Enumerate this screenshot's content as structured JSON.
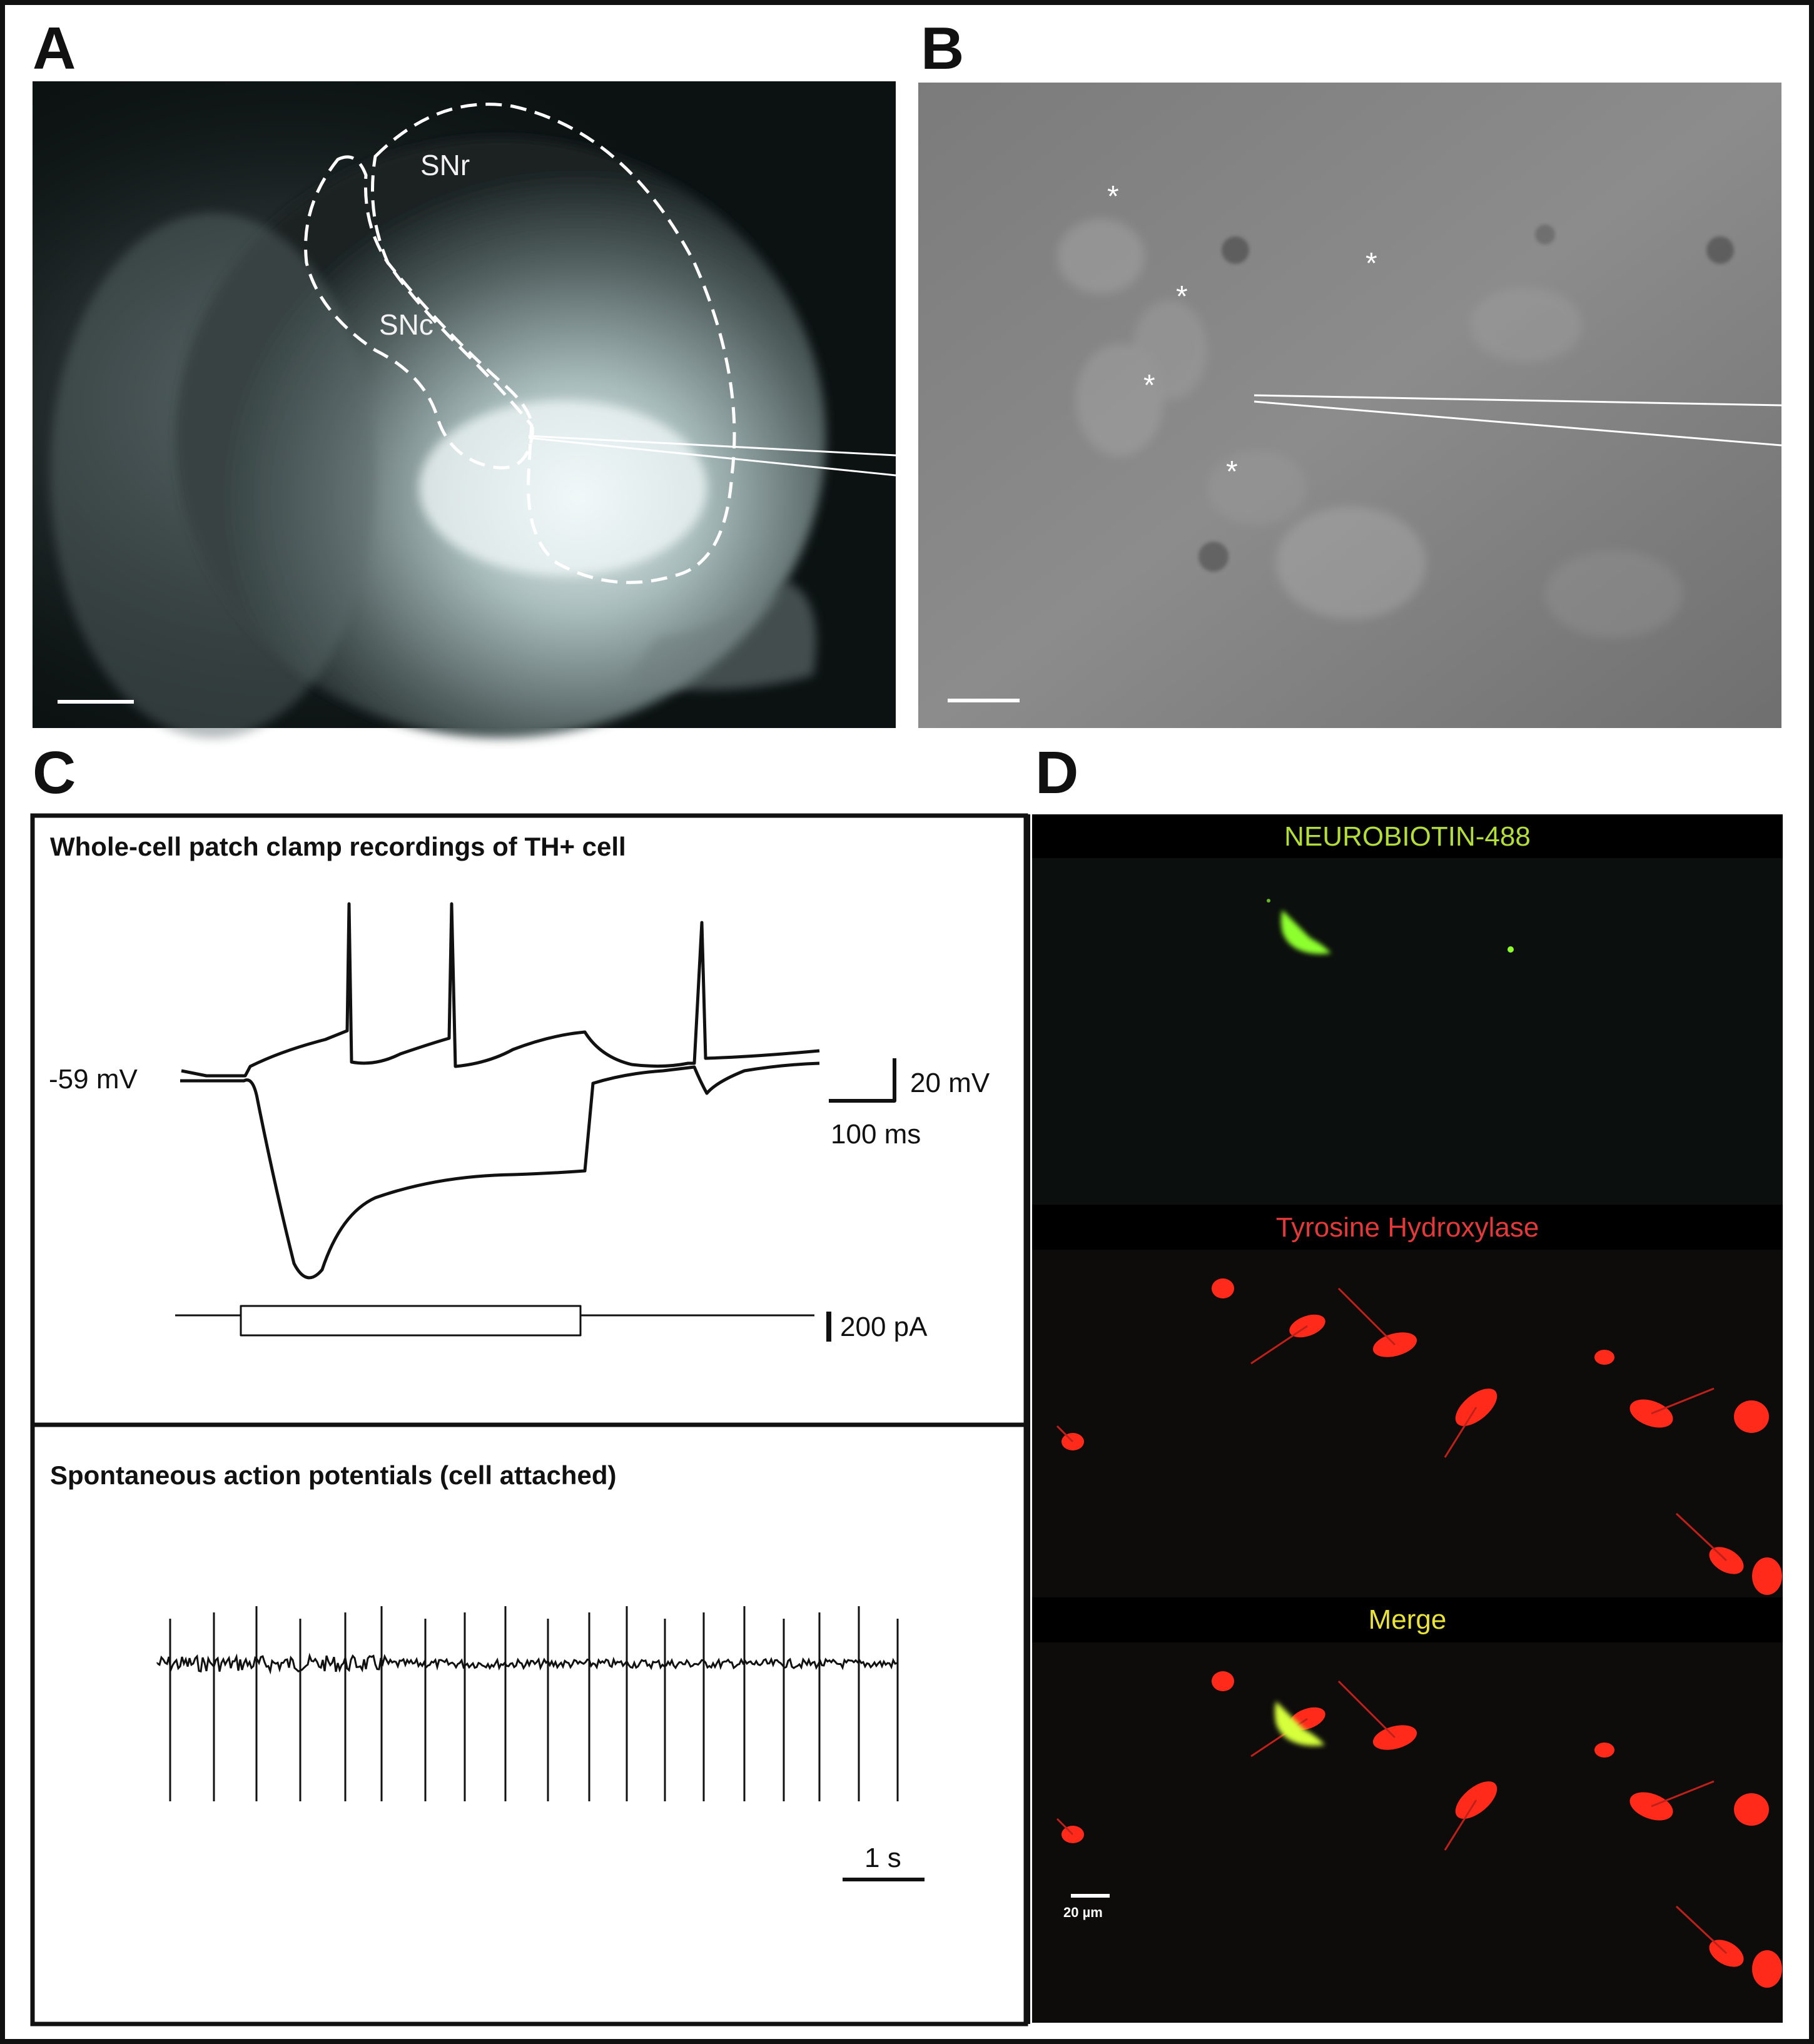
{
  "panel_labels": {
    "a": "A",
    "b": "B",
    "c": "C",
    "d": "D"
  },
  "panel_a": {
    "region_snr": "SNr",
    "region_snc": "SNc"
  },
  "panel_b": {
    "cell_marker": "*"
  },
  "panel_c": {
    "whole_cell_title": "Whole-cell patch clamp recordings of TH+ cell",
    "resting_potential": "-59 mV",
    "voltage_scale": "20 mV",
    "time_scale": "100 ms",
    "current_scale": "200 pA",
    "spontaneous_title": "Spontaneous action potentials (cell attached)",
    "spont_time_scale": "1 s"
  },
  "panel_d": {
    "channel_1": "NEUROBIOTIN-488",
    "channel_2": "Tyrosine Hydroxylase",
    "channel_3": "Merge",
    "scale_bar": "20 µm"
  },
  "colors": {
    "neurobiotin": "#b2dd3a",
    "tyrosine": "#e23a3a",
    "merge": "#e8e23a",
    "cell_red": "#ff2a1a",
    "cell_green": "#8dff2e"
  }
}
